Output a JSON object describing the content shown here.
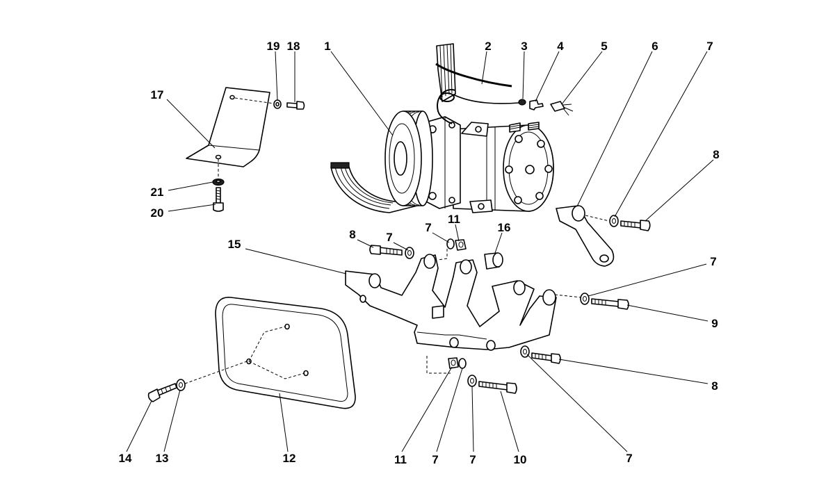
{
  "callouts": [
    "19",
    "18",
    "1",
    "2",
    "3",
    "4",
    "5",
    "6",
    "7",
    "17",
    "8",
    "21",
    "20",
    "8",
    "7",
    "7",
    "11",
    "16",
    "15",
    "7",
    "9",
    "8",
    "14",
    "13",
    "12",
    "11",
    "7",
    "7",
    "10",
    "7"
  ]
}
